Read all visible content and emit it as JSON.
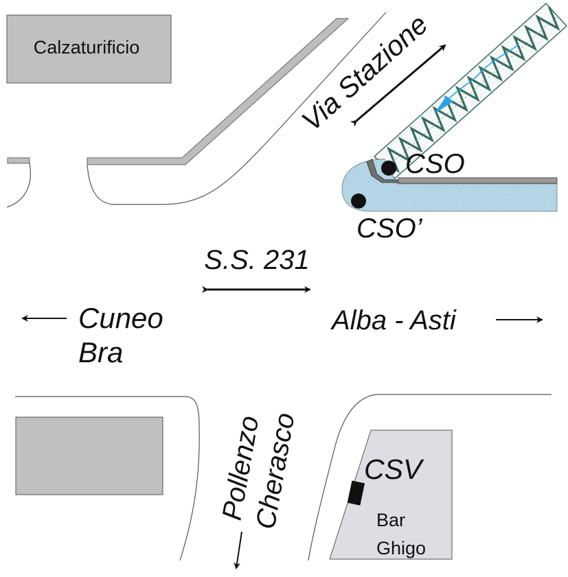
{
  "labels": {
    "factory": "Calzaturificio",
    "via_stazione": "Via Stazione",
    "cso": "CSO",
    "cso_prime": "CSO’",
    "ss231": "S.S. 231",
    "cuneo": "Cuneo",
    "bra": "Bra",
    "alba_asti": "Alba - Asti",
    "pollenzo": "Pollenzo",
    "cherasco": "Cherasco",
    "csv": "CSV",
    "bar": "Bar",
    "ghigo": "Ghigo"
  },
  "colors": {
    "building_fill": "#c0c0c1",
    "bar_fill": "#dddde3",
    "water_fill": "#b5d7e8",
    "channel_teeth": "#3a6b60",
    "flow_arrow": "#2aa3e6",
    "sidewalk_fill": "#bdbdbd"
  }
}
